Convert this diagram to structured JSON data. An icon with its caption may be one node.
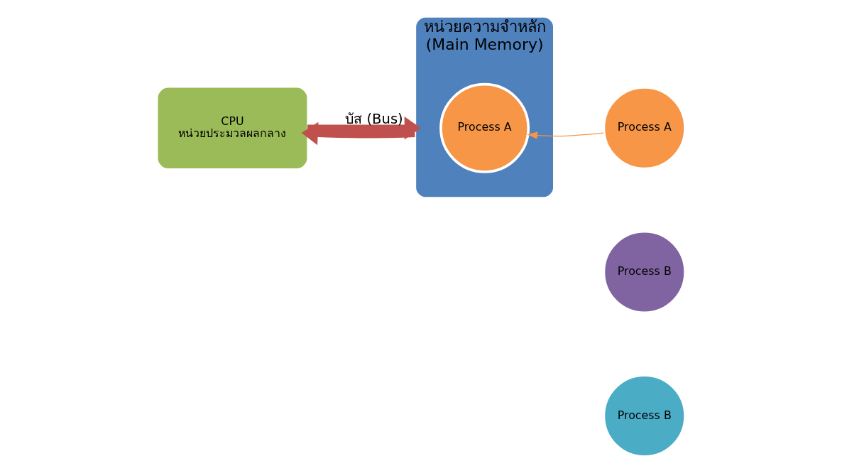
{
  "diagram": {
    "nodes": [
      {
        "text": [
          "CPU",
          "หน่วยประมวลผลกลาง"
        ]
      },
      {
        "text": [
          "หน่วยความจำหลัก",
          "(Main Memory)"
        ]
      },
      {
        "text": [
          "Process A"
        ],
        "in": 1
      },
      {
        "text": [
          "Process A"
        ]
      },
      {
        "text": [
          "Process B"
        ]
      },
      {
        "text": [
          "Process B"
        ]
      }
    ],
    "edges": [
      {
        "from": 0,
        "to": 1,
        "arrow": "to",
        "label": "บัส (Bus)"
      },
      {
        "from": 1,
        "to": 0,
        "arrow": "to"
      },
      {
        "from": 3,
        "to": 2,
        "arrow": "to",
        "color": "#f79646"
      }
    ]
  }
}
